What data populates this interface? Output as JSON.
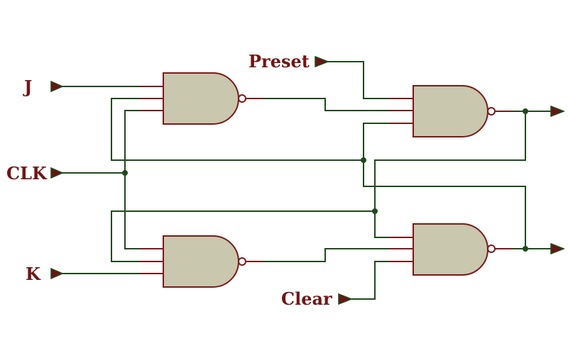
{
  "labels": {
    "j": "J",
    "clk": "CLK",
    "k": "K",
    "preset": "Preset",
    "clear": "Clear"
  },
  "colors": {
    "wire": "#1f4a1c",
    "gate_fill": "#c9c7ad",
    "gate_outline": "#7a1a1a",
    "label": "#6f1616"
  },
  "components": {
    "input_gates": "3-input NAND",
    "output_gates": "3-input NAND"
  }
}
